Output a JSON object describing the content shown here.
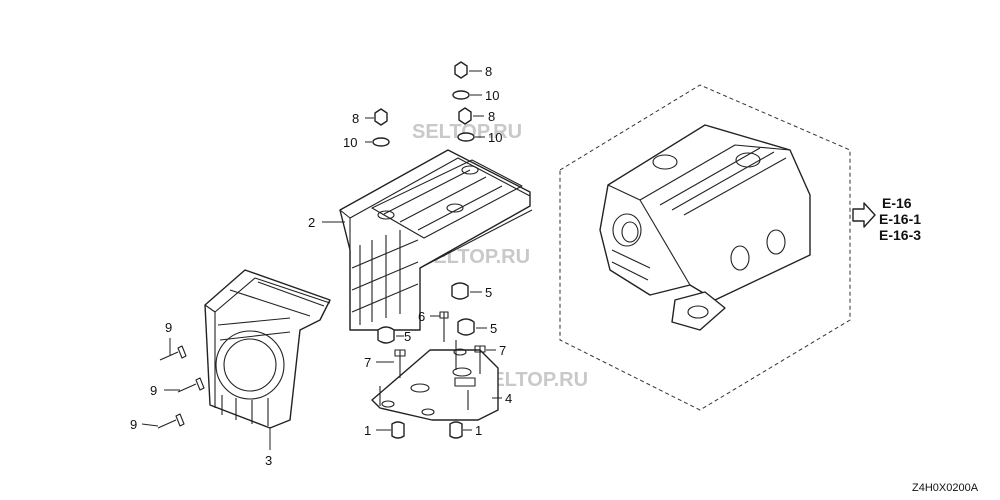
{
  "watermarks": [
    "SELTOP.RU",
    "SELTOP.RU",
    "SELTOP.RU"
  ],
  "callouts": {
    "c8a": "8",
    "c10a": "10",
    "c8b": "8",
    "c10b": "10",
    "c8c": "8",
    "c10c": "10",
    "c2": "2",
    "c5a": "5",
    "c6": "6",
    "c5b": "5",
    "c5c": "5",
    "c7a": "7",
    "c7b": "7",
    "c9a": "9",
    "c9b": "9",
    "c9c": "9",
    "c4": "4",
    "c1a": "1",
    "c1b": "1",
    "c3": "3"
  },
  "references": [
    "E-16",
    "E-16-1",
    "E-16-3"
  ],
  "diagram_code": "Z4H0X0200A",
  "icons": {
    "reference_arrow": "right-arrow-icon"
  }
}
